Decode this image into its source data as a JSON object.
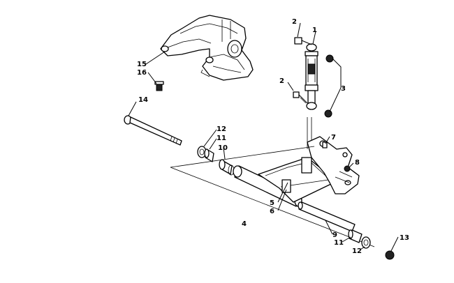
{
  "callouts": {
    "c1": "1",
    "c2a": "2",
    "c2b": "2",
    "c3": "3",
    "c4": "4",
    "c5": "5",
    "c6": "6",
    "c7": "7",
    "c8": "8",
    "c9": "9",
    "c10": "10",
    "c11a": "11",
    "c11b": "11",
    "c12a": "12",
    "c12b": "12",
    "c13": "13",
    "c14": "14",
    "c15": "15",
    "c16": "16"
  }
}
